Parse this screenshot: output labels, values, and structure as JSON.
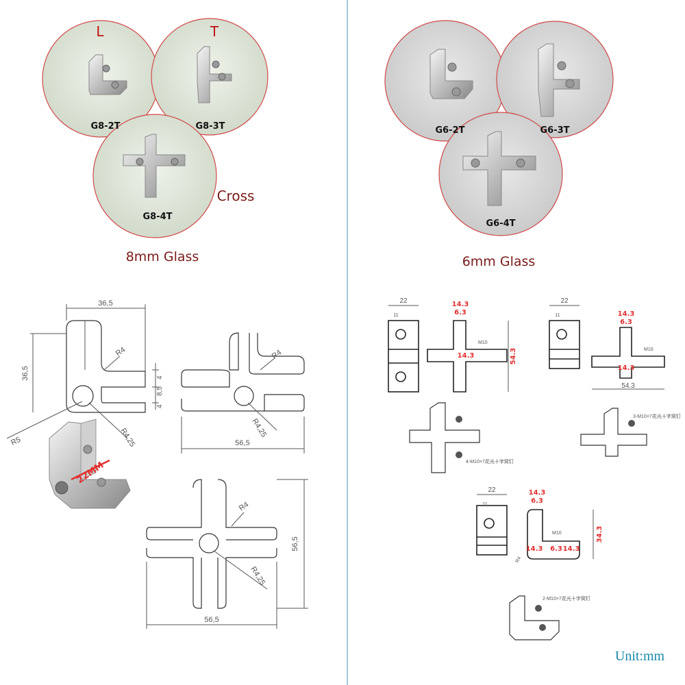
{
  "left_panel": {
    "product_labels": [
      "L",
      "T",
      "Cross"
    ],
    "model_codes": [
      "G8-2T",
      "G8-3T",
      "G8-4T"
    ],
    "glass_caption": "8mm Glass",
    "dimensions": [
      "36,5",
      "36,5",
      "R4",
      "4",
      "8,5",
      "4",
      "R5",
      "R4,25",
      "22MM",
      "R4",
      "R4,25",
      "56,5",
      "R4",
      "56,5",
      "R4,25",
      "56,5"
    ]
  },
  "right_panel": {
    "model_codes": [
      "G6-2T",
      "G6-3T",
      "G6-4T"
    ],
    "glass_caption": "6mm Glass",
    "dimensions": [
      "22",
      "11",
      "14.3",
      "6.3",
      "54.3",
      "M10",
      "14.3",
      "22",
      "11",
      "14.3",
      "6.3",
      "M10",
      "14.3",
      "54.3",
      "22",
      "11",
      "14.3",
      "6.3",
      "M10",
      "14.3",
      "6.3",
      "14.3",
      "34.3",
      "R4"
    ],
    "screw_notes": [
      "4-M10×7花光十字窝钉",
      "3-M10×7花光十字窝钉",
      "2-M10×7花光十字窝钉"
    ],
    "unit_label": "Unit:mm"
  },
  "colors": {
    "divider": "#7fb8c8",
    "circle_border": "#d04a4a",
    "caption_text": "#7a1a1a",
    "unit_text": "#1a8aa8",
    "red_dim": "#e23030",
    "circle_bg_left": "#dfe6d8",
    "circle_bg_right": "#d8d8d8"
  }
}
